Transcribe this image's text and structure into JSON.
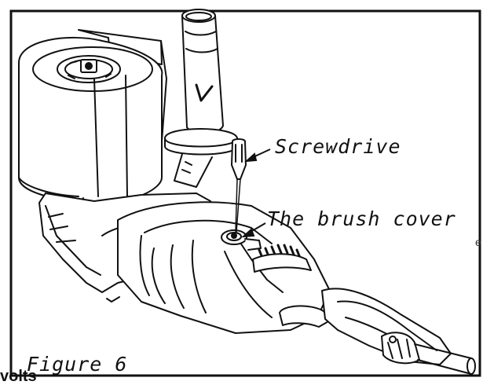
{
  "figure": {
    "callouts": {
      "screwdrive": "Screwdrive",
      "brush_cover": "The brush cover"
    },
    "caption": "Figure 6",
    "cut_text": "volts",
    "edge_mark": "e"
  }
}
